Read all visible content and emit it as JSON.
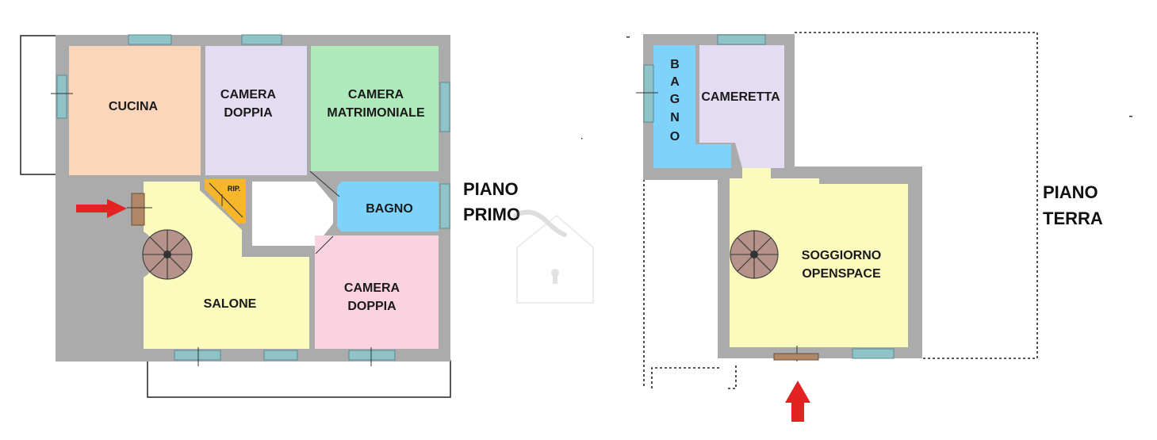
{
  "floors": {
    "first": {
      "label_line1": "PIANO",
      "label_line2": "PRIMO",
      "rooms": {
        "cucina": {
          "label": "CUCINA",
          "color": "#fcd6bb"
        },
        "camera_doppia_top_1": "CAMERA",
        "camera_doppia_top_2": "DOPPIA",
        "camera_doppia_top_color": "#e3dcf2",
        "camera_matrimoniale_1": "CAMERA",
        "camera_matrimoniale_2": "MATRIMONIALE",
        "camera_matrimoniale_color": "#aeeaba",
        "bagno": {
          "label": "BAGNO",
          "color": "#7fd2fa"
        },
        "ripostiglio": {
          "label": "RIP.",
          "color": "#f7b52a"
        },
        "salone": {
          "label": "SALONE",
          "color": "#fbfbbd"
        },
        "camera_doppia_bottom_1": "CAMERA",
        "camera_doppia_bottom_2": "DOPPIA",
        "camera_doppia_bottom_color": "#fbd3e0"
      }
    },
    "ground": {
      "label_line1": "PIANO",
      "label_line2": "TERRA",
      "rooms": {
        "bagno": {
          "letters": [
            "B",
            "A",
            "G",
            "N",
            "O"
          ],
          "color": "#7fd2fa"
        },
        "cameretta": {
          "label": "CAMERETTA",
          "color": "#e3dcf2"
        },
        "soggiorno_1": "SOGGIORNO",
        "soggiorno_2": "OPENSPACE",
        "soggiorno_color": "#fbfbbd"
      }
    }
  },
  "colors": {
    "wall": "#ababab",
    "window": "#8fc3c8",
    "entry_arrow": "#e32222",
    "stair": "#b5938a"
  }
}
